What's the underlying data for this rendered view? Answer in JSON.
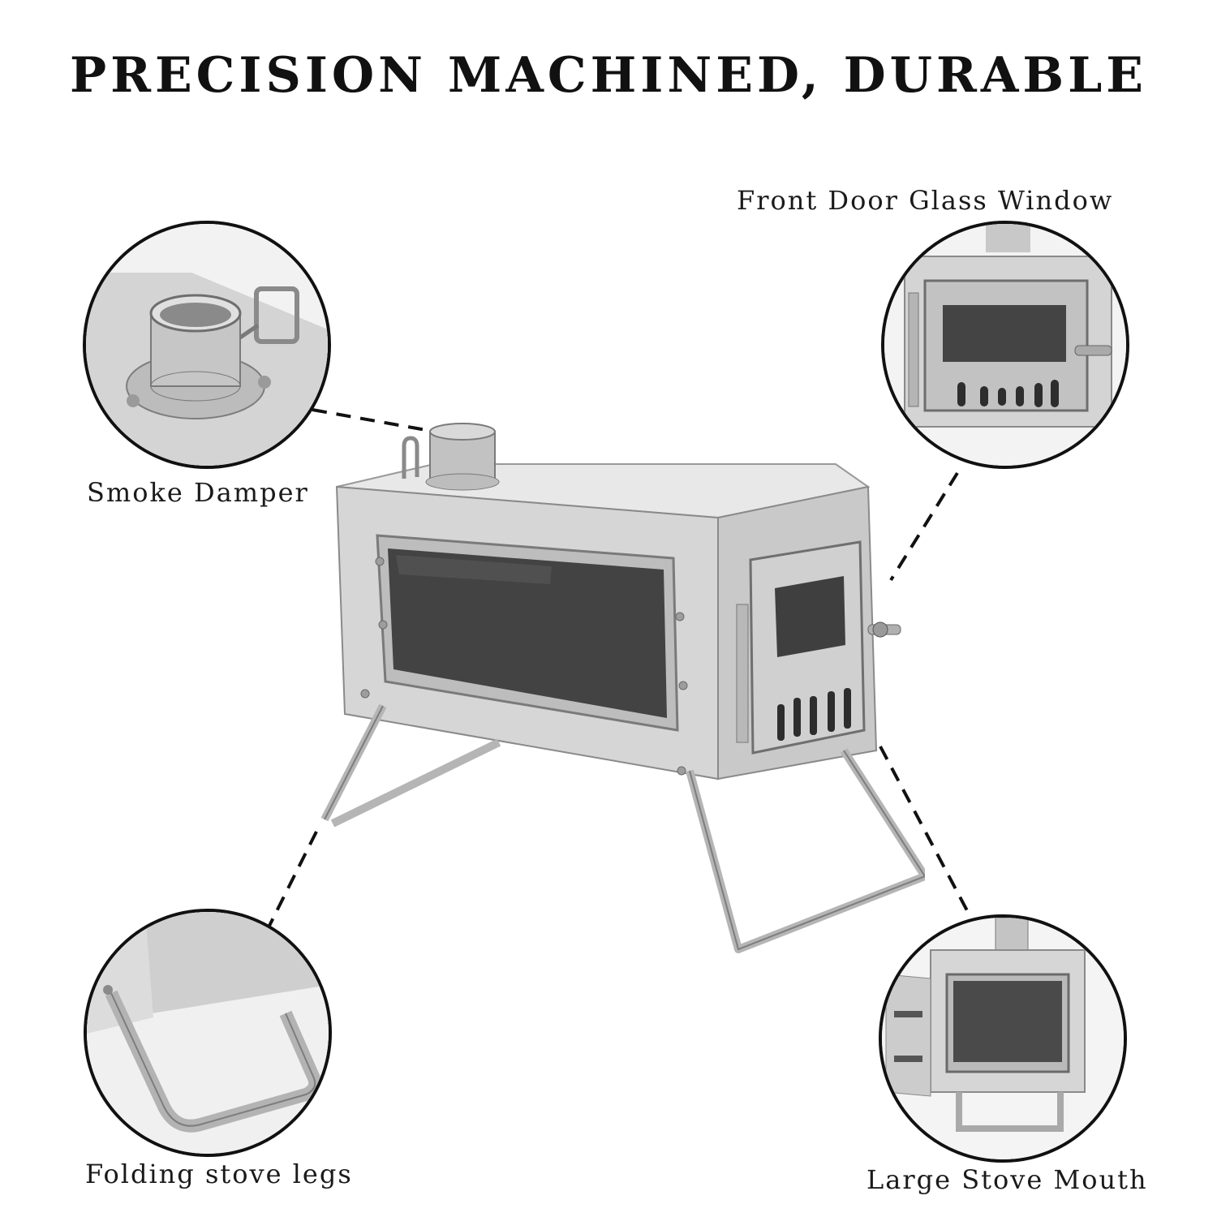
{
  "title": "PRECISION MACHINED, DURABLE",
  "labels": {
    "front_door": "Front Door Glass Window",
    "smoke_damper": "Smoke Damper",
    "folding_legs": "Folding stove legs",
    "stove_mouth": "Large Stove Mouth"
  },
  "colors": {
    "text": "#111111",
    "steel_light": "#e2e2e2",
    "steel_mid": "#c4c4c4",
    "steel_dark": "#8a8a8a",
    "glass": "#3f3f3f",
    "circle_border": "#111111"
  }
}
